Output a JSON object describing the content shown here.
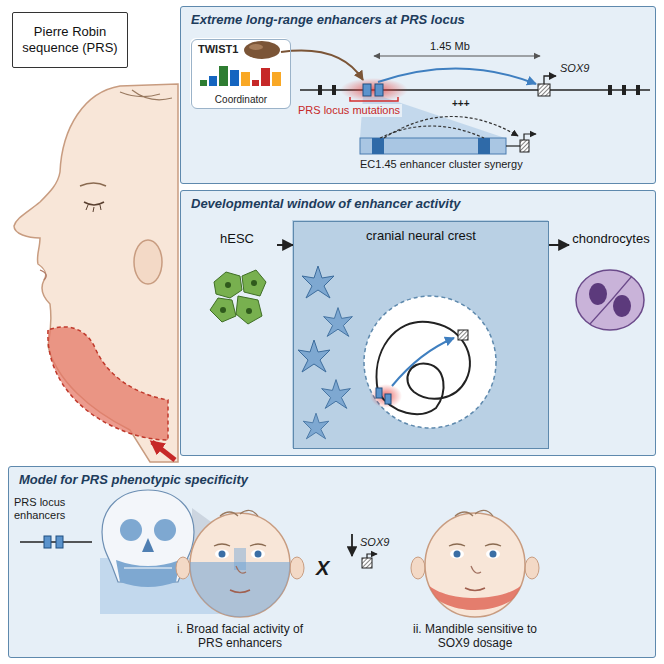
{
  "diagram": {
    "nodes": [
      {
        "text": [
          "Pierre Robin sequence (PRS)"
        ]
      },
      {
        "text": [
          "Extreme long-range enhancers at PRS locus"
        ]
      },
      {
        "text": [
          "TWIST1",
          "Coordinator"
        ],
        "in": 1
      },
      {
        "text": [
          "Developmental window of enhancer activity"
        ]
      },
      {
        "text": [
          "hESC"
        ],
        "in": 3
      },
      {
        "text": [
          "cranial neural crest"
        ],
        "in": 3
      },
      {
        "text": [
          "chondrocytes"
        ],
        "in": 3
      },
      {
        "text": [
          "Model for PRS phenotypic specificity"
        ]
      }
    ],
    "edges": [
      {
        "from": 4,
        "to": 5,
        "arrow": "to"
      },
      {
        "from": 5,
        "to": 6,
        "arrow": "to"
      }
    ],
    "labels": [
      "1.45 Mb",
      "SOX9",
      "PRS locus mutations",
      "+++",
      "EC1.45 enhancer cluster synergy",
      "PRS locus enhancers",
      "i. Broad facial activity of PRS enhancers",
      "X",
      "SOX9",
      "ii. Mandible sensitive to SOX9 dosage"
    ]
  }
}
